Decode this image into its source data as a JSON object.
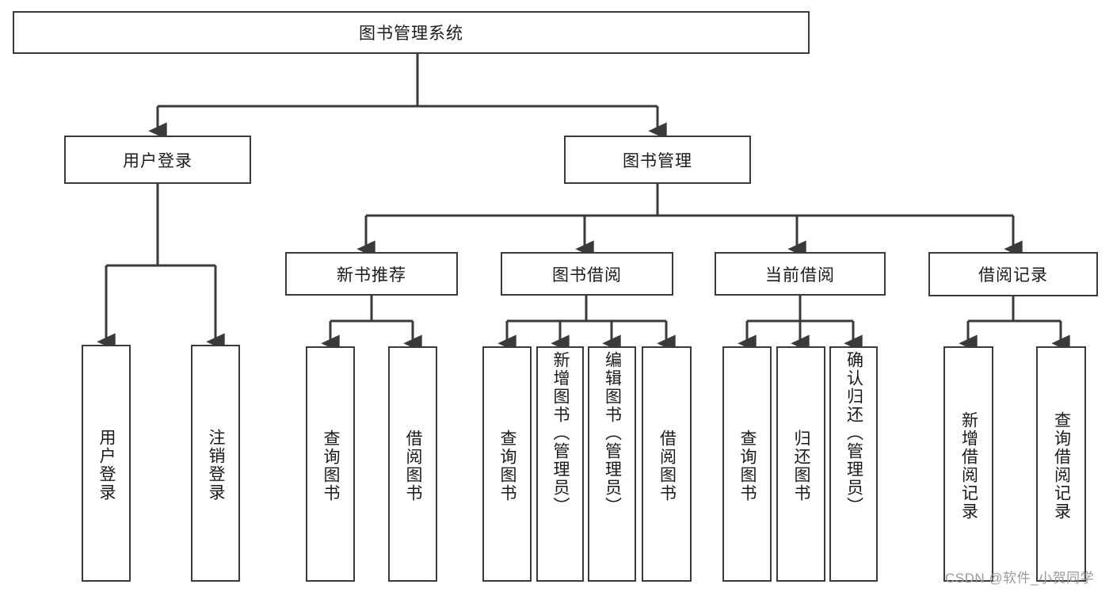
{
  "diagram": {
    "title": "图书管理系统",
    "type": "tree-hierarchy-chart",
    "orientation": "top-down",
    "colors": {
      "background": "#ffffff",
      "node_border": "#3a3a3a",
      "node_fill": "#ffffff",
      "connector": "#3a3a3a",
      "text": "#1a1a1a",
      "watermark": "#9a9a9a"
    },
    "root": {
      "label": "图书管理系统"
    },
    "level2": [
      {
        "label": "用户登录"
      },
      {
        "label": "图书管理"
      }
    ],
    "level3": [
      {
        "label": "新书推荐"
      },
      {
        "label": "图书借阅"
      },
      {
        "label": "当前借阅"
      },
      {
        "label": "借阅记录"
      }
    ],
    "leaves": {
      "user_login": [
        {
          "label": "用户登录"
        },
        {
          "label": "注销登录"
        }
      ],
      "new_book_recommend": [
        {
          "label": "查询图书"
        },
        {
          "label": "借阅图书"
        }
      ],
      "book_borrow": [
        {
          "label": "查询图书"
        },
        {
          "label": "新增图书（管理员）"
        },
        {
          "label": "编辑图书（管理员）"
        },
        {
          "label": "借阅图书"
        }
      ],
      "current_borrow": [
        {
          "label": "查询图书"
        },
        {
          "label": "归还图书"
        },
        {
          "label": "确认归还（管理员）"
        }
      ],
      "borrow_record": [
        {
          "label": "新增借阅记录"
        },
        {
          "label": "查询借阅记录"
        }
      ]
    }
  },
  "watermark": {
    "text": "CSDN @软件_小贺同学"
  }
}
